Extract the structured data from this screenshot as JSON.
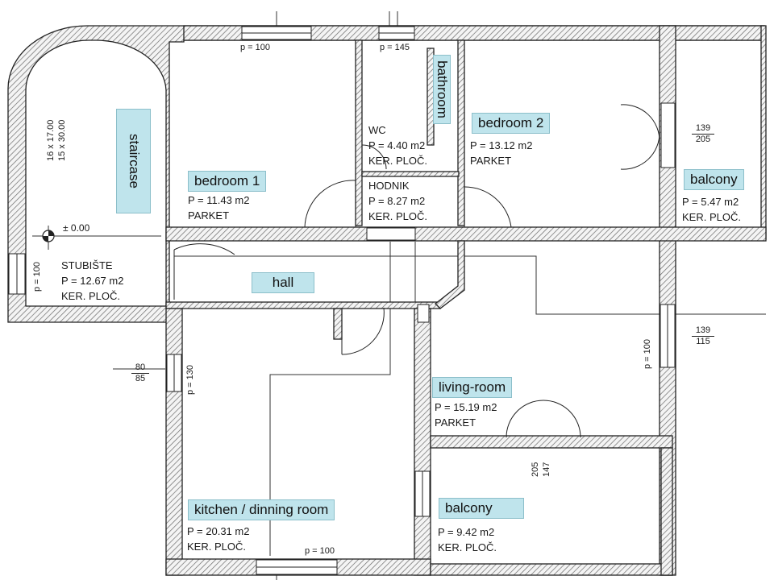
{
  "rooms": {
    "staircase": {
      "label": "staircase",
      "name": "STUBIŠTE",
      "area": "P = 12.67 m2",
      "floor": "KER. PLOČ.",
      "stair_dims": [
        "16 x 17.00",
        "15 x 30.00"
      ]
    },
    "bedroom1": {
      "label": "bedroom 1",
      "area": "P = 11.43 m2",
      "floor": "PARKET"
    },
    "bathroom": {
      "label": "bathroom"
    },
    "wc": {
      "name": "WC",
      "area": "P = 4.40 m2",
      "floor": "KER. PLOČ."
    },
    "hodnik": {
      "name": "HODNIK",
      "area": "P = 8.27 m2",
      "floor": "KER. PLOČ."
    },
    "bedroom2": {
      "label": "bedroom 2",
      "area": "P = 13.12 m2",
      "floor": "PARKET"
    },
    "balcony1": {
      "label": "balcony",
      "area": "P = 5.47 m2",
      "floor": "KER. PLOČ."
    },
    "hall": {
      "label": "hall"
    },
    "living": {
      "label": "living-room",
      "area": "P = 15.19 m2",
      "floor": "PARKET"
    },
    "kitchen": {
      "label": "kitchen / dinning room",
      "area": "P = 20.31 m2",
      "floor": "KER. PLOČ."
    },
    "balcony2": {
      "label": "balcony",
      "area": "P = 9.42 m2",
      "floor": "KER. PLOČ."
    }
  },
  "level_mark": "± 0.00",
  "openings": {
    "p_top_left": "p = 100",
    "p_top_mid": "p = 145",
    "p_left": "p = 100",
    "p_kitchen_left": "p = 130",
    "p_living_right": "p = 100",
    "p_bottom": "p = 100",
    "frac_kitchen": [
      "80",
      "85"
    ],
    "frac_bedroom2": [
      "139",
      "205"
    ],
    "frac_living": [
      "139",
      "115"
    ],
    "door_living": [
      "205",
      "147"
    ]
  }
}
